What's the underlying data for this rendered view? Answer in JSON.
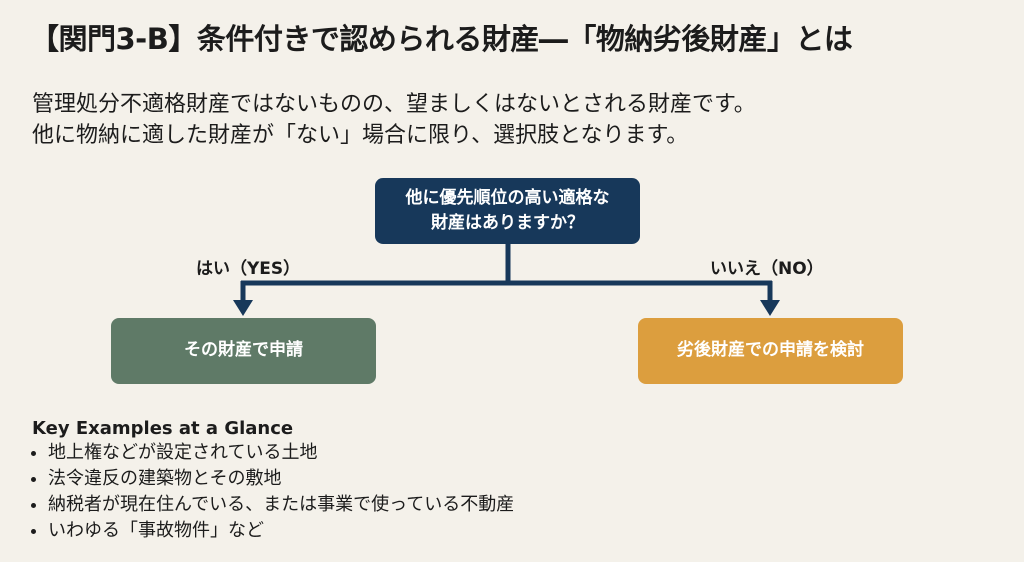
{
  "title": "【関門3-B】条件付きで認められる財産―「物納劣後財産」とは",
  "intro": [
    "管理処分不適格財産ではないものの、望ましくはないとされる財産です。",
    "他に物納に適した財産が「ない」場合に限り、選択肢となります。"
  ],
  "flow": {
    "question_line1": "他に優先順位の高い適格な",
    "question_line2": "財産はありますか？",
    "yes_label": "はい（YES）",
    "no_label": "いいえ（NO）",
    "yes_result": "その財産で申請",
    "no_result": "劣後財産での申請を検討",
    "colors": {
      "question": "#17385a",
      "yes": "#5f7a67",
      "no": "#dc9e3e",
      "line": "#17385a"
    }
  },
  "examples": {
    "heading": "Key Examples at a Glance",
    "items": [
      "地上権などが設定されている土地",
      "法令違反の建築物とその敷地",
      "納税者が現在住んでいる、または事業で使っている不動産",
      "いわゆる「事故物件」など"
    ]
  }
}
